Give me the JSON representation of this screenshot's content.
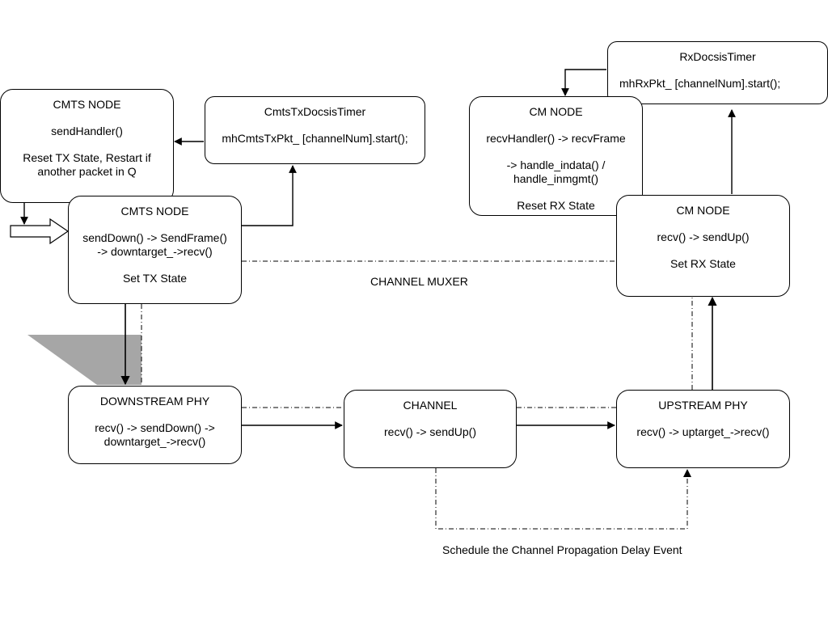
{
  "nodes": {
    "cmts_node_top": {
      "title": "CMTS NODE",
      "line1": "sendHandler()",
      "line2": "Reset TX State, Restart if another packet in Q"
    },
    "cmts_tx_timer": {
      "title": "CmtsTxDocsisTimer",
      "line1": "mhCmtsTxPkt_ [channelNum].start();"
    },
    "cmts_node_main": {
      "title": "CMTS NODE",
      "line1": "sendDown() -> SendFrame()",
      "line2": "-> downtarget_->recv()",
      "line3": "Set TX State"
    },
    "rx_timer": {
      "title": "RxDocsisTimer",
      "line1": "mhRxPkt_ [channelNum].start();"
    },
    "cm_node_top": {
      "title": "CM NODE",
      "line1": "recvHandler() -> recvFrame",
      "line2": "-> handle_indata() /",
      "line3": "handle_inmgmt()",
      "line4": "Reset RX State"
    },
    "cm_node_main": {
      "title": "CM NODE",
      "line1": "recv() -> sendUp()",
      "line2": "Set RX State"
    },
    "downstream_phy": {
      "title": "DOWNSTREAM PHY",
      "line1": "recv() -> sendDown() ->",
      "line2": "downtarget_->recv()"
    },
    "channel": {
      "title": "CHANNEL",
      "line1": "recv() -> sendUp()"
    },
    "upstream_phy": {
      "title": "UPSTREAM PHY",
      "line1": "recv() -> uptarget_->recv()"
    }
  },
  "labels": {
    "channel_muxer": "CHANNEL MUXER",
    "propagation_event": "Schedule the Channel Propagation Delay Event"
  }
}
